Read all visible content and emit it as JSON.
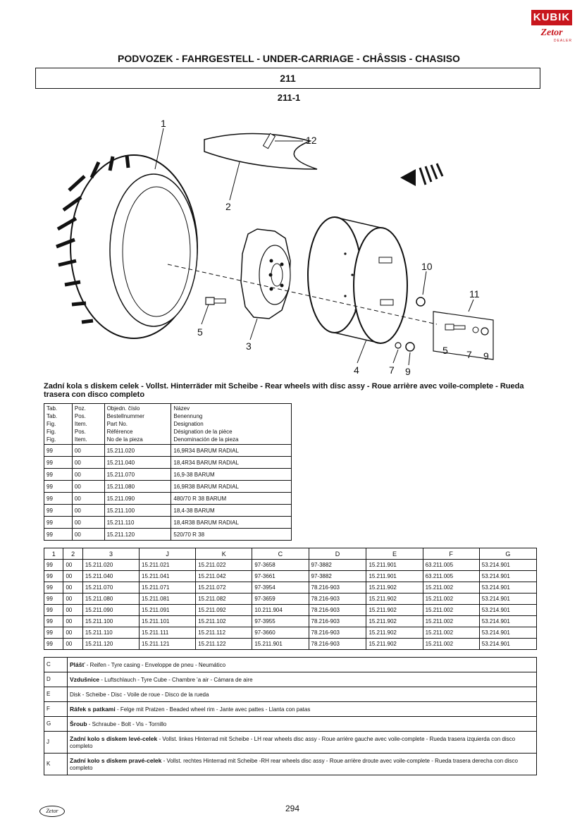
{
  "header": {
    "brand": "KUBIK",
    "brand_sub": "Zetor",
    "brand_dealer": "DEALER",
    "title": "PODVOZEK - FAHRGESTELL - UNDER-CARRIAGE - CHÂSSIS - CHASISO",
    "group": "211",
    "figure": "211-1"
  },
  "drawing": {
    "callouts": [
      "1",
      "2",
      "12",
      "10",
      "11",
      "5",
      "3",
      "4",
      "7",
      "9",
      "5",
      "7",
      "9"
    ]
  },
  "caption": "Zadní kola s diskem celek - Vollst. Hinterräder mit Scheibe - Rear wheels with disc assy - Roue arrière avec voile-complete - Rueda trasera con disco completo",
  "table1": {
    "headers": [
      [
        "Tab.",
        "Tab.",
        "Fig.",
        "Fig.",
        "Fig."
      ],
      [
        "Poz.",
        "Pos.",
        "Item.",
        "Pos.",
        "Item."
      ],
      [
        "Objedn. číslo",
        "Bestellnummer",
        "Part No.",
        "Référence",
        "No de la pieza"
      ],
      [
        "Název",
        "Benennung",
        "Designation",
        "Désignation de la pièce",
        "Denominación de la pieza"
      ]
    ],
    "rows": [
      [
        "99",
        "00",
        "15.211.020",
        "16,9R34 BARUM RADIAL"
      ],
      [
        "99",
        "00",
        "15.211.040",
        "18,4R34 BARUM RADIAL"
      ],
      [
        "99",
        "00",
        "15.211.070",
        "16,9-38 BARUM"
      ],
      [
        "99",
        "00",
        "15.211.080",
        "16,9R38 BARUM RADIAL"
      ],
      [
        "99",
        "00",
        "15.211.090",
        "480/70 R 38 BARUM"
      ],
      [
        "99",
        "00",
        "15.211.100",
        "18,4-38 BARUM"
      ],
      [
        "99",
        "00",
        "15.211.110",
        "18,4R38 BARUM RADIAL"
      ],
      [
        "99",
        "00",
        "15.211.120",
        "520/70 R 38"
      ]
    ]
  },
  "table2": {
    "headers": [
      "1",
      "2",
      "3",
      "J",
      "K",
      "C",
      "D",
      "E",
      "F",
      "G"
    ],
    "rows": [
      [
        "99",
        "00",
        "15.211.020",
        "15.211.021",
        "15.211.022",
        "97-3658",
        "97-3882",
        "15.211.901",
        "63.211.005",
        "53.214.901"
      ],
      [
        "99",
        "00",
        "15.211.040",
        "15.211.041",
        "15.211.042",
        "97-3661",
        "97-3882",
        "15.211.901",
        "63.211.005",
        "53.214.901"
      ],
      [
        "99",
        "00",
        "15.211.070",
        "15.211.071",
        "15.211.072",
        "97-3954",
        "78.216-903",
        "15.211.902",
        "15.211.002",
        "53.214.901"
      ],
      [
        "99",
        "00",
        "15.211.080",
        "15.211.081",
        "15.211.082",
        "97-3659",
        "78.216-903",
        "15.211.902",
        "15.211.002",
        "53.214.901"
      ],
      [
        "99",
        "00",
        "15.211.090",
        "15.211.091",
        "15.211.092",
        "10.211.904",
        "78.216-903",
        "15.211.902",
        "15.211.002",
        "53.214.901"
      ],
      [
        "99",
        "00",
        "15.211.100",
        "15.211.101",
        "15.211.102",
        "97-3955",
        "78.216-903",
        "15.211.902",
        "15.211.002",
        "53.214.901"
      ],
      [
        "99",
        "00",
        "15.211.110",
        "15.211.111",
        "15.211.112",
        "97-3660",
        "78.216-903",
        "15.211.902",
        "15.211.002",
        "53.214.901"
      ],
      [
        "99",
        "00",
        "15.211.120",
        "15.211.121",
        "15.211.122",
        "15.211.901",
        "78.216-903",
        "15.211.902",
        "15.211.002",
        "53.214.901"
      ]
    ]
  },
  "legend": [
    {
      "key": "C",
      "bold": "Plášť",
      "text": " - Reifen - Tyre casing - Enveloppe de pneu - Neumático"
    },
    {
      "key": "D",
      "bold": "Vzdušnice",
      "text": " - Luftschlauch - Tyre Cube - Chambre 'a air - Cámara de aire"
    },
    {
      "key": "E",
      "bold": "",
      "text": "Disk - Scheibe - Disc - Voile de roue - Disco de la rueda"
    },
    {
      "key": "F",
      "bold": "Ráfek s patkami",
      "text": " - Felge mit Pratzen - Beaded wheel rim - Jante avec pattes - Llanta con patas"
    },
    {
      "key": "G",
      "bold": "Šroub",
      "text": " - Schraube - Bolt - Vis - Tornillo"
    },
    {
      "key": "J",
      "bold": "Zadní kolo s diskem levé-celek",
      "text": " - Vollst. linkes Hinterrad mit Scheibe - LH rear wheels disc assy - Roue arrière gauche avec voile-complete - Rueda trasera izquierda con disco completo"
    },
    {
      "key": "K",
      "bold": "Zadní kolo s diskem pravé-celek",
      "text": " - Vollst. rechtes Hinterrad mit Scheibe -RH rear wheels disc assy - Roue arrière droute avec voile-complete - Rueda trasera derecha con disco completo"
    }
  ],
  "footer": {
    "logo": "Zetor",
    "page_number": "294"
  }
}
